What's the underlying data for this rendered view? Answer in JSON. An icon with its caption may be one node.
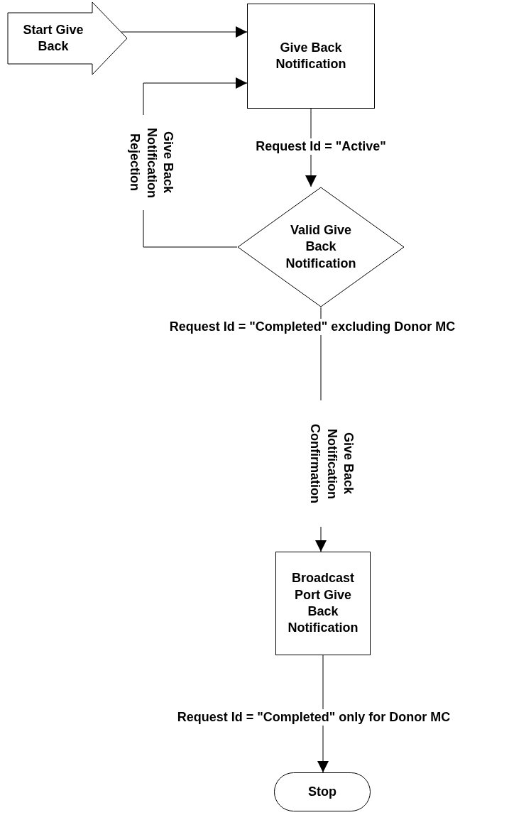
{
  "diagram": {
    "nodes": [
      {
        "text": [
          "Start Give Back"
        ]
      },
      {
        "text": [
          "Give Back Notification"
        ]
      },
      {
        "text": [
          "Valid Give Back Notification"
        ]
      },
      {
        "text": [
          "Broadcast Port Give Back Notification"
        ]
      },
      {
        "text": [
          "Stop"
        ]
      }
    ],
    "edges": [
      {
        "from": 0,
        "to": 1,
        "arrow": "to"
      },
      {
        "from": 2,
        "to": 1,
        "arrow": "to",
        "label": "Give Back Notification Rejection"
      },
      {
        "from": 1,
        "to": 2,
        "arrow": "to",
        "label": "Request Id = \"Active\""
      },
      {
        "from": 2,
        "to": 3,
        "arrow": "to",
        "label": "Request Id = \"Completed\" excluding Donor MC"
      },
      {
        "from": 3,
        "to": 4,
        "arrow": "to",
        "label": "Request Id = \"Completed\" only for  Donor MC"
      }
    ],
    "labels": [
      "Give Back Notification Confirmation"
    ]
  }
}
